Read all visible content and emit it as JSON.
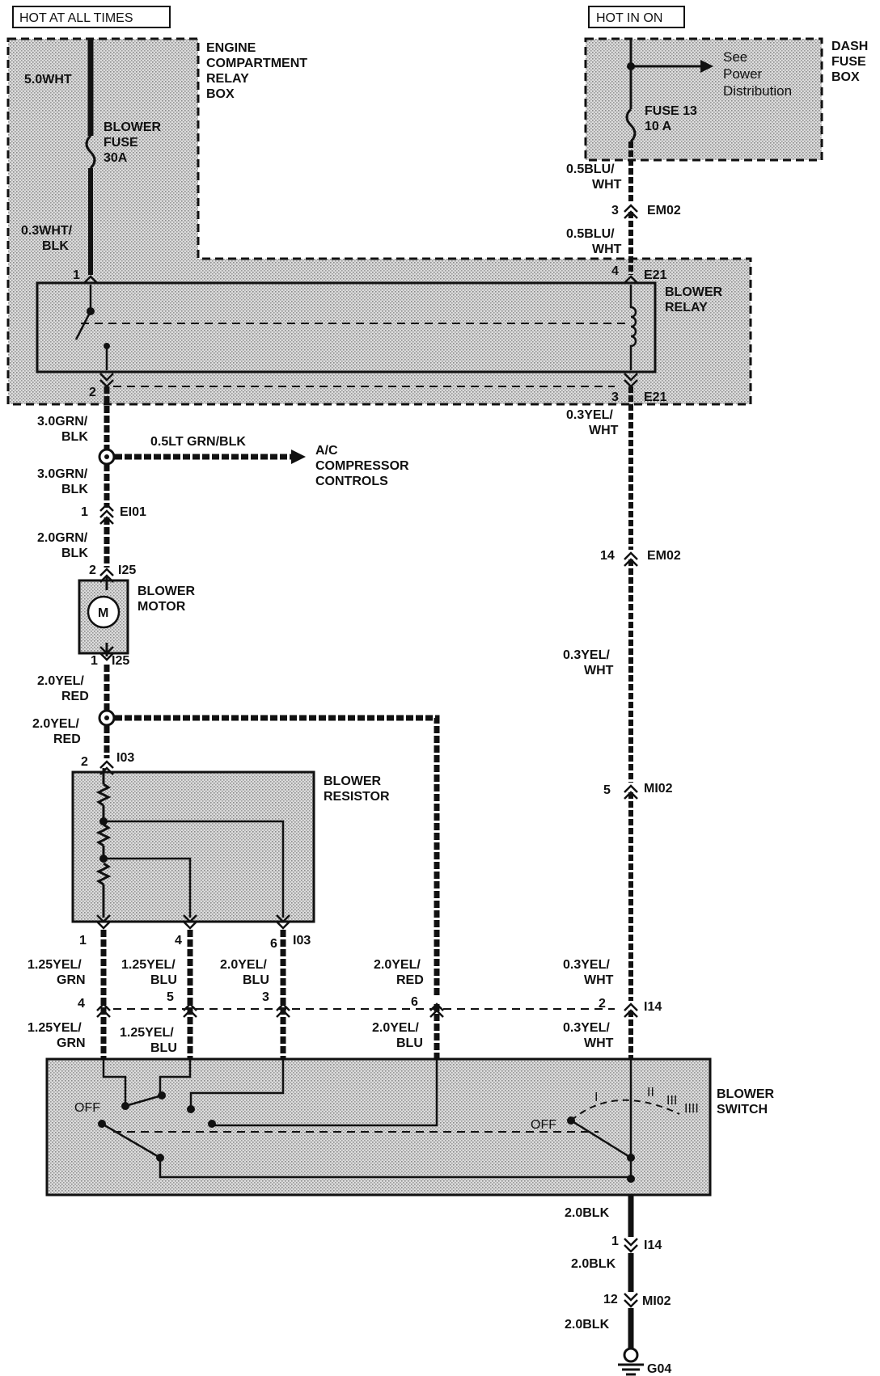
{
  "headers": {
    "hot_at_all_times": "HOT AT ALL TIMES",
    "hot_in_on": "HOT IN ON"
  },
  "boxes": {
    "engine_relay_box": [
      "ENGINE",
      "COMPARTMENT",
      "RELAY",
      "BOX"
    ],
    "dash_fuse_box": [
      "DASH",
      "FUSE",
      "BOX"
    ],
    "see_power": [
      "See",
      "Power",
      "Distribution"
    ]
  },
  "components": {
    "blower_fuse": [
      "BLOWER",
      "FUSE",
      "30A"
    ],
    "fuse13": [
      "FUSE 13",
      "10 A"
    ],
    "blower_relay": [
      "BLOWER",
      "RELAY"
    ],
    "ac_compressor": [
      "A/C",
      "COMPRESSOR",
      "CONTROLS"
    ],
    "blower_motor": [
      "BLOWER",
      "MOTOR"
    ],
    "motor_symbol": "M",
    "blower_resistor": [
      "BLOWER",
      "RESISTOR"
    ],
    "blower_switch": [
      "BLOWER",
      "SWITCH"
    ],
    "switch_off_left": "OFF",
    "switch_off_right": "OFF",
    "switch_positions": [
      "I",
      "II",
      "III",
      "IIII"
    ]
  },
  "wires": {
    "w_5wht": "5.0WHT",
    "w_03whtblk": [
      "0.3WHT/",
      "BLK"
    ],
    "w_05bluwht_a": [
      "0.5BLU/",
      "WHT"
    ],
    "w_05bluwht_b": [
      "0.5BLU/",
      "WHT"
    ],
    "w_3grnblk_a": [
      "3.0GRN/",
      "BLK"
    ],
    "w_3grnblk_b": [
      "3.0GRN/",
      "BLK"
    ],
    "w_05ltgrnblk": "0.5LT GRN/BLK",
    "w_2grnblk": [
      "2.0GRN/",
      "BLK"
    ],
    "w_03yelwht_a": [
      "0.3YEL/",
      "WHT"
    ],
    "w_03yelwht_b": [
      "0.3YEL/",
      "WHT"
    ],
    "w_03yelwht_c": [
      "0.3YEL/",
      "WHT"
    ],
    "w_03yelwht_d": [
      "0.3YEL/",
      "WHT"
    ],
    "w_2yelred_a": [
      "2.0YEL/",
      "RED"
    ],
    "w_2yelred_b": [
      "2.0YEL/",
      "RED"
    ],
    "w_125yelgrn_a": [
      "1.25YEL/",
      "GRN"
    ],
    "w_125yelblu_a": [
      "1.25YEL/",
      "BLU"
    ],
    "w_2yelblu_a": [
      "2.0YEL/",
      "BLU"
    ],
    "w_2yelred_c": [
      "2.0YEL/",
      "RED"
    ],
    "w_125yelgrn_b": [
      "1.25YEL/",
      "GRN"
    ],
    "w_125yelblu_b": [
      "1.25YEL/",
      "BLU"
    ],
    "w_2yelblu_b": [
      "2.0YEL/",
      "BLU"
    ],
    "w_2blk_a": "2.0BLK",
    "w_2blk_b": "2.0BLK",
    "w_2blk_c": "2.0BLK"
  },
  "connectors": {
    "em02_top": "EM02",
    "em02_top_pin": "3",
    "e21_top": "E21",
    "e21_pin1": "1",
    "e21_pin4": "4",
    "e21_bottom": "E21",
    "e21_pin2": "2",
    "e21_pin3": "3",
    "ei01": "EI01",
    "ei01_pin": "1",
    "i25_top": "I25",
    "i25_top_pin": "2",
    "i25_bottom": "I25",
    "i25_bottom_pin": "1",
    "em02_mid": "EM02",
    "em02_mid_pin": "14",
    "i03_top": "I03",
    "i03_top_pin": "2",
    "mi02_mid": "MI02",
    "mi02_mid_pin": "5",
    "i03_bottom": "I03",
    "i03_pins": [
      "1",
      "4",
      "6"
    ],
    "i14_top": "I14",
    "i14_pins": [
      "4",
      "5",
      "3",
      "6",
      "2"
    ],
    "i14_bottom": "I14",
    "i14_bottom_pin": "1",
    "mi02_bottom": "MI02",
    "mi02_bottom_pin": "12",
    "ground": "G04"
  },
  "colors": {
    "shade": "#c9c9c9",
    "wire": "#111111",
    "background": "#ffffff"
  }
}
